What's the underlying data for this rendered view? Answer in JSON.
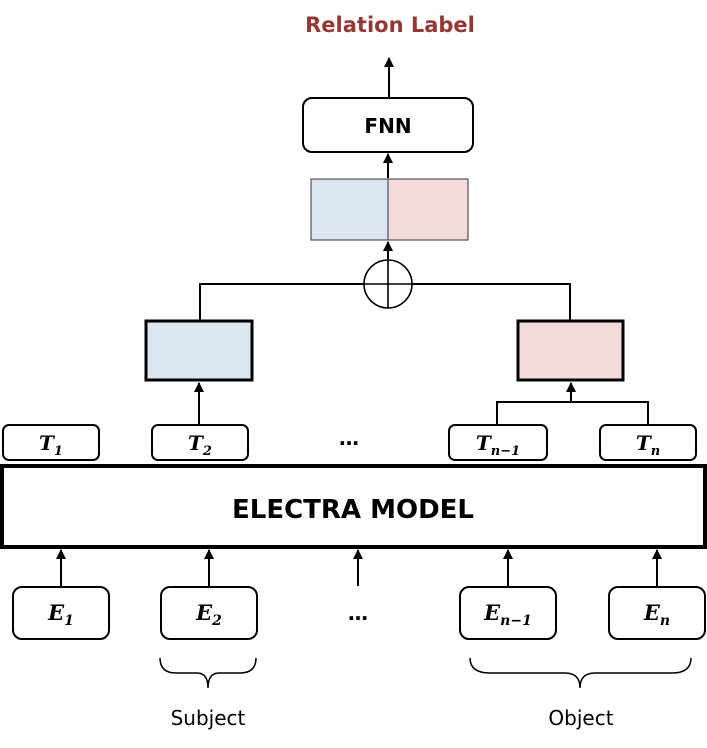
{
  "title": "Relation Label",
  "fnn_label": "FNN",
  "model_label": "ELECTRA MODEL",
  "outputs": [
    {
      "base": "T",
      "sub": "1"
    },
    {
      "base": "T",
      "sub": "2"
    },
    {
      "base": "T",
      "sub": "n−1"
    },
    {
      "base": "T",
      "sub": "n"
    }
  ],
  "inputs": [
    {
      "base": "E",
      "sub": "1"
    },
    {
      "base": "E",
      "sub": "2"
    },
    {
      "base": "E",
      "sub": "n−1"
    },
    {
      "base": "E",
      "sub": "n"
    }
  ],
  "ellipsis": "…",
  "subject_label": "Subject",
  "object_label": "Object",
  "colors": {
    "title": "#953735",
    "subject_fill": "#dce6f2",
    "object_fill": "#f2dcdb"
  }
}
